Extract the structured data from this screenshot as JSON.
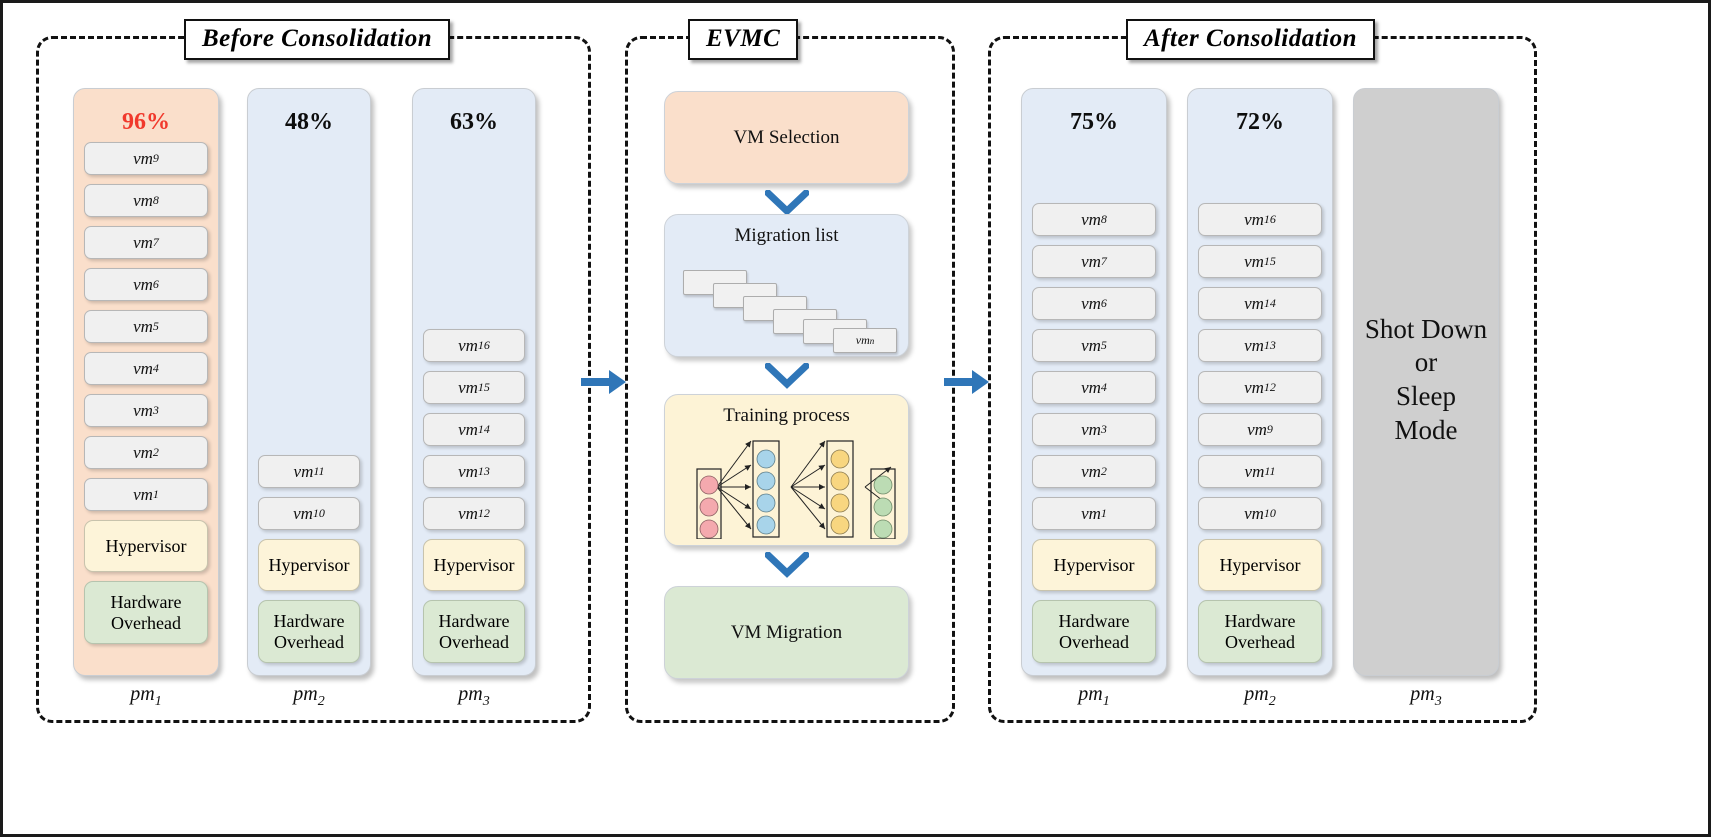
{
  "panels": {
    "before": {
      "title": "Before Consolidation"
    },
    "evmc": {
      "title": "EVMC"
    },
    "after": {
      "title": "After Consolidation"
    }
  },
  "labels": {
    "hypervisor": "Hypervisor",
    "hardware_overhead": "Hardware\nOverhead",
    "hardware_overhead_l1": "Hardware",
    "hardware_overhead_l2": "Overhead",
    "sleep_l1": "Shot Down or",
    "sleep_l2": "Sleep Mode"
  },
  "colors": {
    "peach": "#fadfcb",
    "blue": "#e3ebf6",
    "grey": "#cfcfcf",
    "cream": "#fdf3d6",
    "green": "#dbe9d3",
    "overload_red": "#f1392c",
    "arrow_blue": "#2f76b8"
  },
  "before": {
    "servers": [
      {
        "id": "pm1",
        "name": "pm",
        "index": "1",
        "utilization": "96%",
        "overloaded": true,
        "fill": "peach",
        "vms": [
          "vm9",
          "vm8",
          "vm7",
          "vm6",
          "vm5",
          "vm4",
          "vm3",
          "vm2",
          "vm1"
        ]
      },
      {
        "id": "pm2",
        "name": "pm",
        "index": "2",
        "utilization": "48%",
        "overloaded": false,
        "fill": "blue",
        "vms": [
          "vm11",
          "vm10"
        ]
      },
      {
        "id": "pm3",
        "name": "pm",
        "index": "3",
        "utilization": "63%",
        "overloaded": false,
        "fill": "blue",
        "vms": [
          "vm16",
          "vm15",
          "vm14",
          "vm13",
          "vm12"
        ]
      }
    ]
  },
  "after": {
    "servers": [
      {
        "id": "pm1",
        "name": "pm",
        "index": "1",
        "utilization": "75%",
        "overloaded": false,
        "fill": "blue",
        "vms": [
          "vm8",
          "vm7",
          "vm6",
          "vm5",
          "vm4",
          "vm3",
          "vm2",
          "vm1"
        ]
      },
      {
        "id": "pm2",
        "name": "pm",
        "index": "2",
        "utilization": "72%",
        "overloaded": false,
        "fill": "blue",
        "vms": [
          "vm16",
          "vm15",
          "vm14",
          "vm13",
          "vm12",
          "vm9",
          "vm11",
          "vm10"
        ]
      },
      {
        "id": "pm3",
        "name": "pm",
        "index": "3",
        "utilization": "",
        "overloaded": false,
        "fill": "grey",
        "vms": [],
        "state_l1": "Shot Down or",
        "state_l2": "Sleep Mode"
      }
    ]
  },
  "evmc": {
    "stages": [
      {
        "id": "vm-selection",
        "label": "VM Selection",
        "fill": "peach"
      },
      {
        "id": "migration-list",
        "label": "Migration list",
        "fill": "blue"
      },
      {
        "id": "training-process",
        "label": "Training process",
        "fill": "cream"
      },
      {
        "id": "vm-migration",
        "label": "VM Migration",
        "fill": "green"
      }
    ],
    "migration_list": {
      "card_count": 6,
      "last_card_label": "vm",
      "last_card_sub": "n"
    },
    "network": {
      "layers": [
        {
          "id": "input",
          "color": "#f4a9ae",
          "nodes": 3
        },
        {
          "id": "hidden1",
          "color": "#a8d4ea",
          "nodes": 4
        },
        {
          "id": "hidden2",
          "color": "#f8d680",
          "nodes": 4
        },
        {
          "id": "output",
          "color": "#bcdcb4",
          "nodes": 3
        }
      ]
    }
  }
}
